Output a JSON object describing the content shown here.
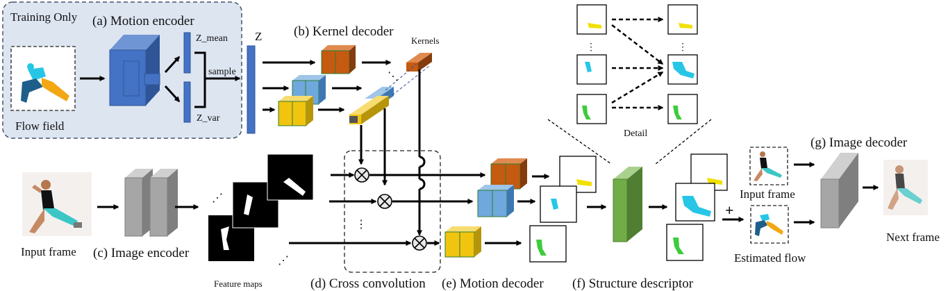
{
  "training_box": {
    "badge": "Training Only",
    "title": "(a) Motion encoder",
    "flow_label": "Flow field",
    "z_mean": "Z_mean",
    "z_var": "Z_var",
    "sample": "sample",
    "z": "Z"
  },
  "kernel_decoder": {
    "title": "(b) Kernel decoder",
    "kernels_label": "Kernels"
  },
  "image_encoder": {
    "input_label": "Input frame",
    "title": "(c) Image encoder",
    "feature_maps": "Feature maps"
  },
  "cross_convolution": {
    "title": "(d) Cross convolution"
  },
  "motion_decoder": {
    "title": "(e) Motion decoder"
  },
  "structure_descriptor": {
    "title": "(f) Structure descriptor",
    "detail": "Detail"
  },
  "image_decoder": {
    "title": "(g) Image decoder",
    "input_frame": "Input frame",
    "estimated_flow": "Estimated flow",
    "next_frame": "Next frame",
    "plus": "+"
  },
  "colors": {
    "badge_red": "#e00000",
    "encoder_blue": "#4472c4",
    "kernel_orange": "#c55a11",
    "kernel_blue": "#6fa8dc",
    "kernel_yellow": "#f1c40f",
    "structure_green": "#70ad47",
    "image_gray": "#a6a6a6",
    "mask_yellow": "#f2e000",
    "mask_cyan": "#27c6e6",
    "mask_green": "#3ccc3c"
  }
}
